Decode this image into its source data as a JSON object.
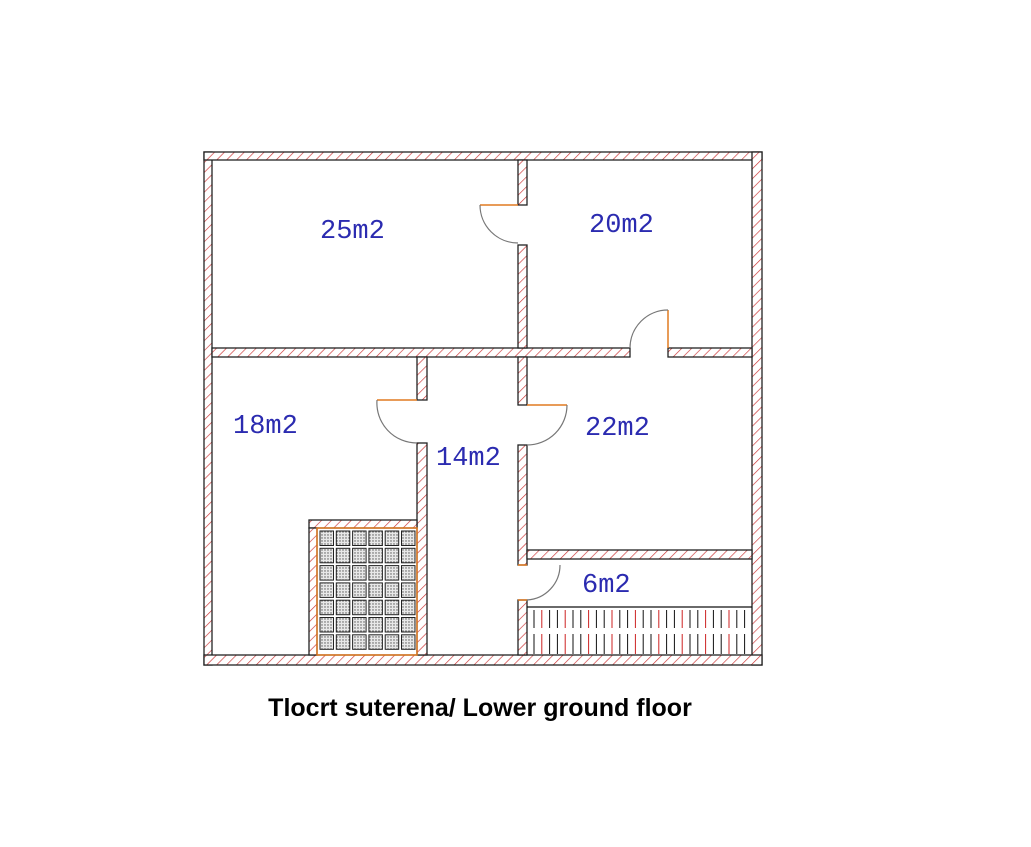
{
  "rooms": [
    {
      "id": "room-25",
      "label": "25m2"
    },
    {
      "id": "room-20",
      "label": "20m2"
    },
    {
      "id": "room-18",
      "label": "18m2"
    },
    {
      "id": "room-14",
      "label": "14m2"
    },
    {
      "id": "room-22",
      "label": "22m2"
    },
    {
      "id": "room-6",
      "label": "6m2"
    }
  ],
  "caption": "Tlocrt suterena/ Lower ground floor",
  "colors": {
    "wall_hatch": "#cc3333",
    "label": "#2b2bb0",
    "door": "#e07a20"
  }
}
